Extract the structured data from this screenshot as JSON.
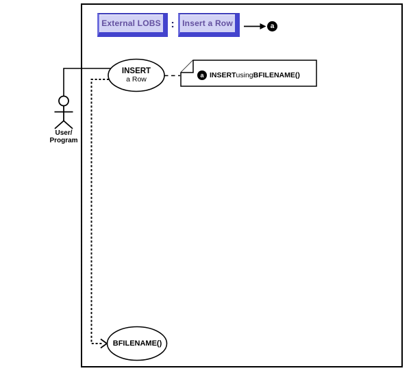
{
  "header": {
    "buttons": [
      {
        "label": "External LOBS"
      },
      {
        "label": "Insert a Row"
      }
    ],
    "separator": ":",
    "marker_label": "a"
  },
  "actor": {
    "label_line1": "User/",
    "label_line2": "Program"
  },
  "use_cases": {
    "insert_row": {
      "line1": "INSERT",
      "line2": "a Row"
    },
    "bfilename": {
      "label": "BFILENAME()"
    }
  },
  "note": {
    "marker_label": "a",
    "text_bold_1": "INSERT",
    "text_regular": " using ",
    "text_bold_2": "BFILENAME()"
  },
  "colors": {
    "button_face": "#d2d2f5",
    "button_shadow": "#4343cd",
    "button_text": "#63509f",
    "line": "#000000"
  }
}
